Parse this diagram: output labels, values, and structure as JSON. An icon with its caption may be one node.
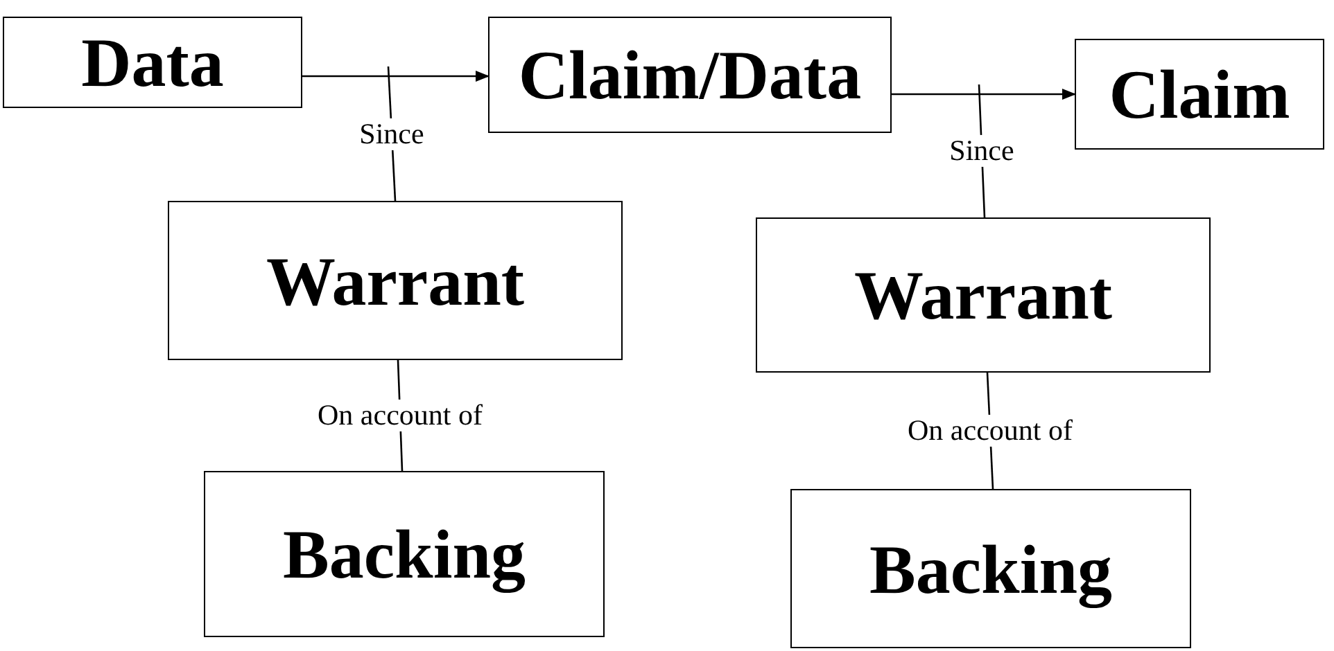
{
  "diagram": {
    "nodes": [
      {
        "text": [
          "Data"
        ]
      },
      {
        "text": [
          "Claim/Data"
        ]
      },
      {
        "text": [
          "Claim"
        ]
      },
      {
        "text": [
          "Warrant"
        ]
      },
      {
        "text": [
          "Backing"
        ]
      },
      {
        "text": [
          "Warrant"
        ]
      },
      {
        "text": [
          "Backing"
        ]
      }
    ],
    "edges": [
      {
        "from": 0,
        "to": 1,
        "arrow": "to"
      },
      {
        "from": 1,
        "to": 2,
        "arrow": "to"
      },
      {
        "from": 3,
        "to": null,
        "arrow": "none",
        "label": "Since"
      },
      {
        "from": 4,
        "to": 3,
        "arrow": "none",
        "label": "On account of"
      },
      {
        "from": 5,
        "to": null,
        "arrow": "none",
        "label": "Since"
      },
      {
        "from": 6,
        "to": 5,
        "arrow": "none",
        "label": "On account of"
      }
    ]
  }
}
